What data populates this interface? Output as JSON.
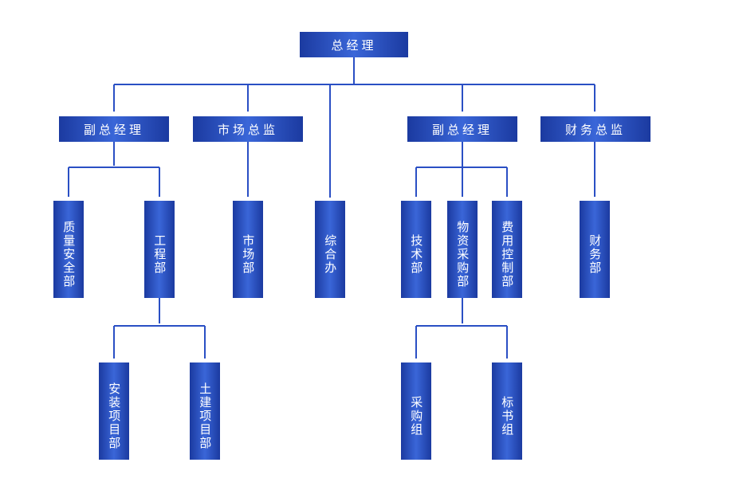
{
  "theme": {
    "box_color": "#2a4fc4",
    "line_color": "#2a4fc4",
    "background": "#ffffff"
  },
  "nodes": {
    "gm": "总经理",
    "deputy_gm_left": "副总经理",
    "market_director": "市场总监",
    "deputy_gm_right": "副总经理",
    "finance_director": "财务总监",
    "quality_safety": "质量安全部",
    "engineering": "工程部",
    "marketing_dept": "市场部",
    "general_office": "综合办",
    "technical": "技术部",
    "procurement": "物资采购部",
    "cost_control": "费用控制部",
    "finance_dept": "财务部",
    "install_project": "安装项目部",
    "civil_project": "土建项目部",
    "purchasing_group": "采购组",
    "tender_group": "标书组"
  }
}
